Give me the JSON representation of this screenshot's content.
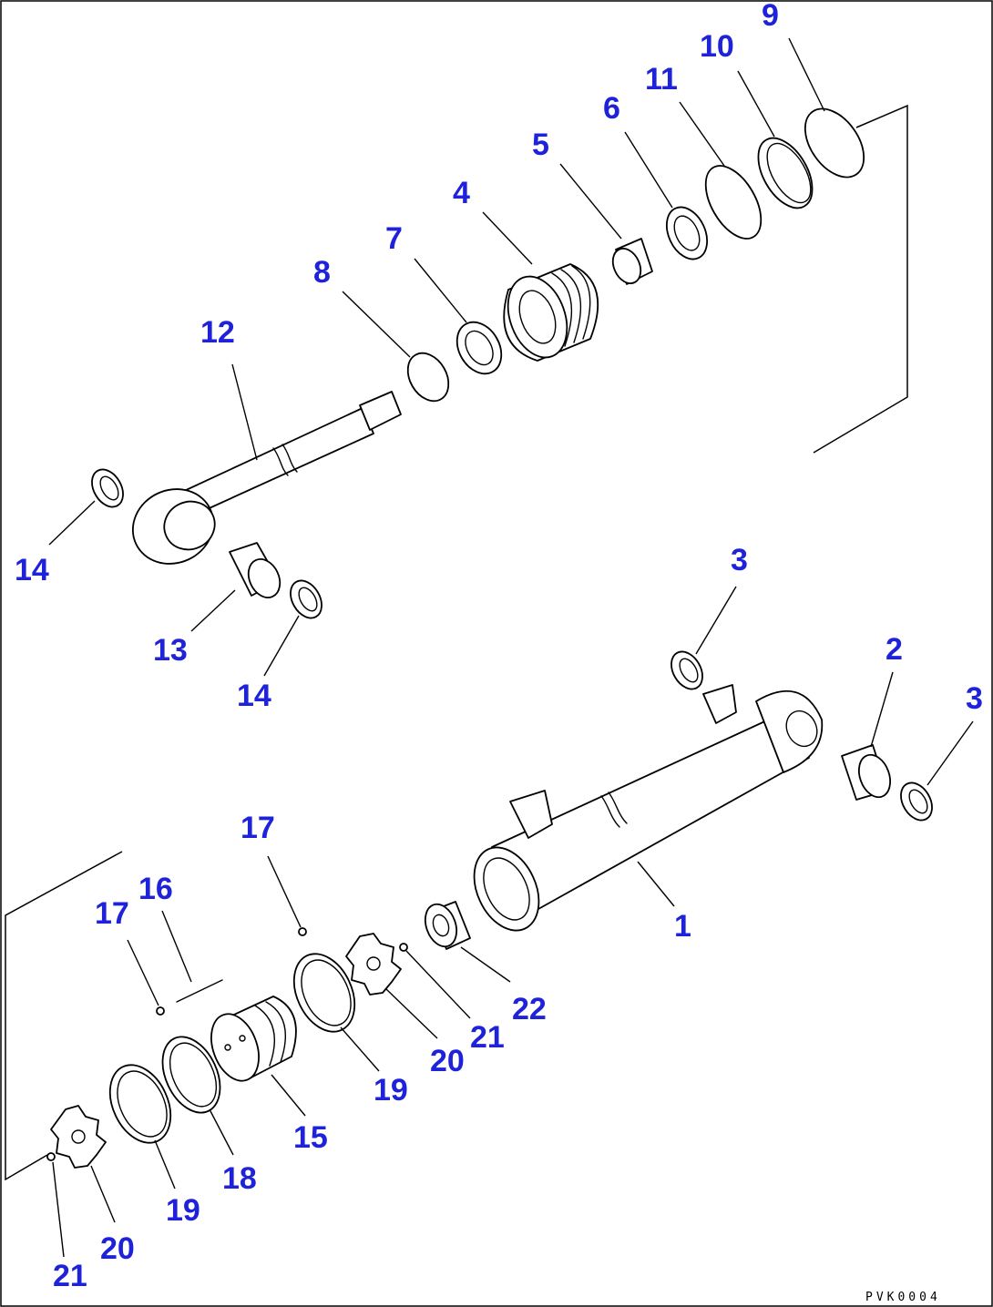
{
  "diagram": {
    "drawing_code": "PVK0004",
    "colors": {
      "callout": "#1e22d8",
      "line": "#000000"
    },
    "callouts": [
      {
        "label": "9"
      },
      {
        "label": "10"
      },
      {
        "label": "11"
      },
      {
        "label": "6"
      },
      {
        "label": "5"
      },
      {
        "label": "4"
      },
      {
        "label": "7"
      },
      {
        "label": "8"
      },
      {
        "label": "12"
      },
      {
        "label": "14"
      },
      {
        "label": "13"
      },
      {
        "label": "14"
      },
      {
        "label": "3"
      },
      {
        "label": "2"
      },
      {
        "label": "3"
      },
      {
        "label": "1"
      },
      {
        "label": "17"
      },
      {
        "label": "16"
      },
      {
        "label": "17"
      },
      {
        "label": "22"
      },
      {
        "label": "21"
      },
      {
        "label": "20"
      },
      {
        "label": "19"
      },
      {
        "label": "15"
      },
      {
        "label": "18"
      },
      {
        "label": "19"
      },
      {
        "label": "20"
      },
      {
        "label": "21"
      }
    ]
  }
}
